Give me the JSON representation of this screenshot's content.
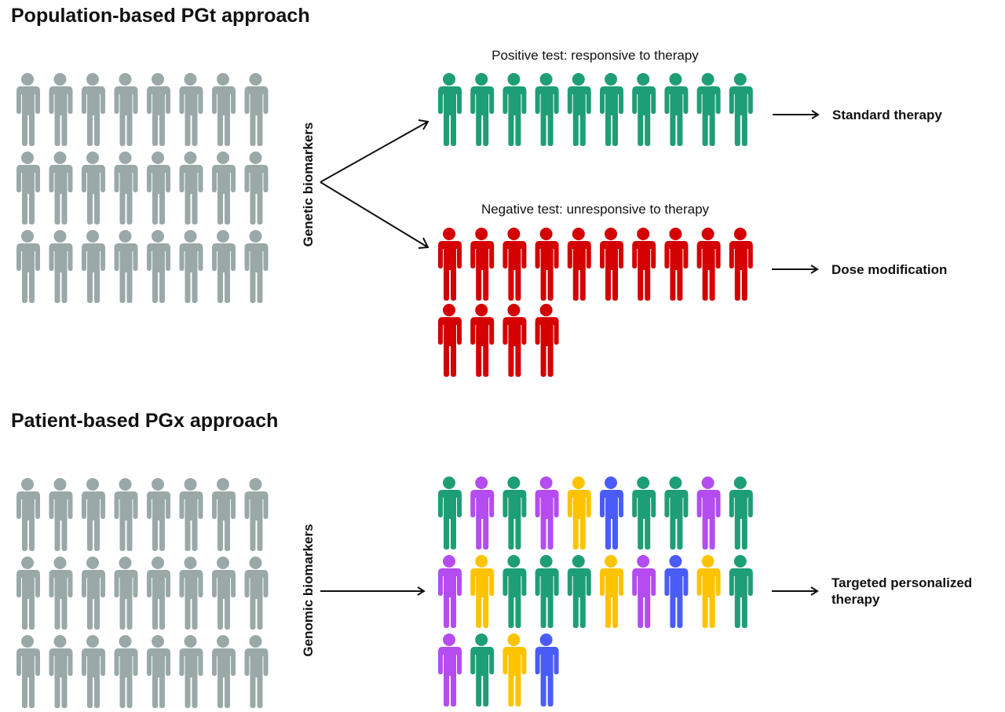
{
  "colors": {
    "gray": "#9aa8a8",
    "green": "#1e9e76",
    "red": "#d40000",
    "purple": "#b44cf0",
    "yellow": "#fdc300",
    "blue": "#4a5cf8",
    "ink": "#111111"
  },
  "pgt": {
    "title": "Population-based PGt approach",
    "population_count": 24,
    "biomarker_label": "Genetic biomarkers",
    "positive": {
      "caption": "Positive test: responsive to therapy",
      "count": 10,
      "color": "green",
      "outcome": "Standard therapy"
    },
    "negative": {
      "caption": "Negative test: unresponsive to therapy",
      "count": 14,
      "color": "red",
      "outcome": "Dose modification"
    }
  },
  "pgx": {
    "title": "Patient-based PGx approach",
    "population_count": 24,
    "biomarker_label": "Genomic biomarkers",
    "subgroup_colors": [
      "green",
      "purple",
      "green",
      "purple",
      "yellow",
      "blue",
      "green",
      "green",
      "purple",
      "green",
      "purple",
      "yellow",
      "green",
      "green",
      "green",
      "yellow",
      "purple",
      "blue",
      "yellow",
      "green",
      "purple",
      "green",
      "yellow",
      "blue"
    ],
    "outcome_line1": "Targeted personalized",
    "outcome_line2": "therapy"
  }
}
